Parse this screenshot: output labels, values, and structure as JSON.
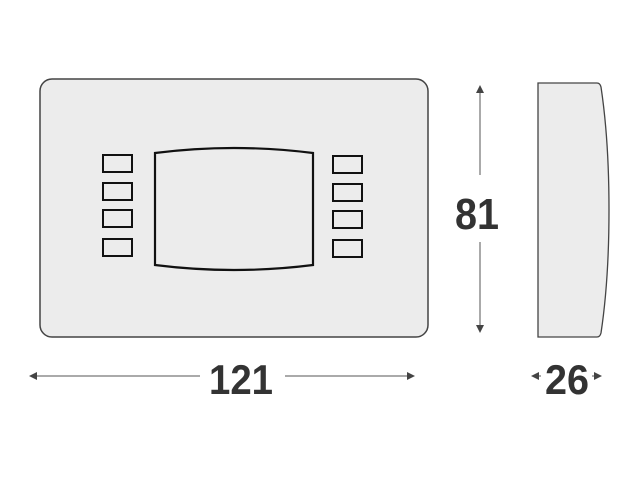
{
  "dimensions": {
    "width": "121",
    "height": "81",
    "depth": "26"
  },
  "colors": {
    "body_fill": "#ececec",
    "outline": "#333333",
    "dimension_line": "#555555",
    "text": "#333333"
  }
}
